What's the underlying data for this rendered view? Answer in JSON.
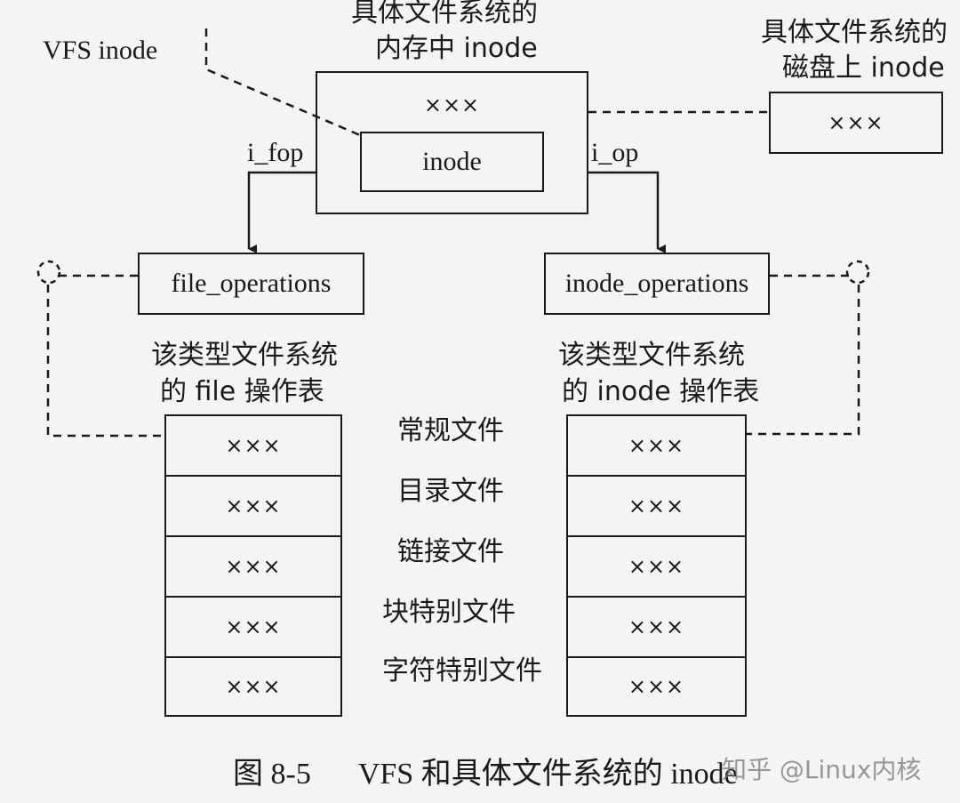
{
  "vfs_inode_label": "VFS inode",
  "mem_inode": {
    "label_line1": "具体文件系统的",
    "label_line2": "内存中 inode",
    "field": "×××",
    "inner": "inode"
  },
  "disk_inode": {
    "label_line1": "具体文件系统的",
    "label_line2": "磁盘上 inode",
    "field": "×××"
  },
  "pointers": {
    "i_fop": "i_fop",
    "i_op": "i_op"
  },
  "file_ops": {
    "box": "file_operations",
    "label_line1": "该类型文件系统",
    "label_line2": "的 file 操作表",
    "rows": [
      "×××",
      "×××",
      "×××",
      "×××",
      "×××"
    ]
  },
  "inode_ops": {
    "box": "inode_operations",
    "label_line1": "该类型文件系统",
    "label_line2": "的 inode 操作表",
    "rows": [
      "×××",
      "×××",
      "×××",
      "×××",
      "×××"
    ]
  },
  "file_types": [
    "常规文件",
    "目录文件",
    "链接文件",
    "块特别文件",
    "字符特别文件"
  ],
  "caption": {
    "figure": "图 8-5",
    "title": "VFS 和具体文件系统的 inode"
  },
  "watermark": "知乎 @Linux内核"
}
